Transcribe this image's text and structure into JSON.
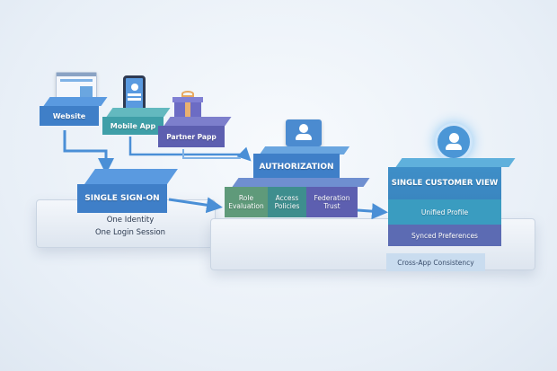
{
  "sources": {
    "website": "Website",
    "mobile_app": "Mobile App",
    "partner_app": "Partner Papp"
  },
  "sso": {
    "title": "SINGLE SIGN-ON",
    "line1": "One Identity",
    "line2": "One Login Session"
  },
  "authorization": {
    "title": "AUTHORIZATION",
    "items": [
      "Role Evaluation",
      "Access Policies",
      "Federation Trust"
    ]
  },
  "customer_view": {
    "title": "SINGLE CUSTOMER VIEW",
    "rows": [
      "Unified Profile",
      "Synced Preferences"
    ],
    "footer": "Cross-App Consistency"
  },
  "colors": {
    "blue": "#3f7fc8",
    "teal": "#3f9fa8",
    "purple": "#5d5fb0",
    "green": "#5f9a7a",
    "arrow": "#4a8fd6"
  }
}
